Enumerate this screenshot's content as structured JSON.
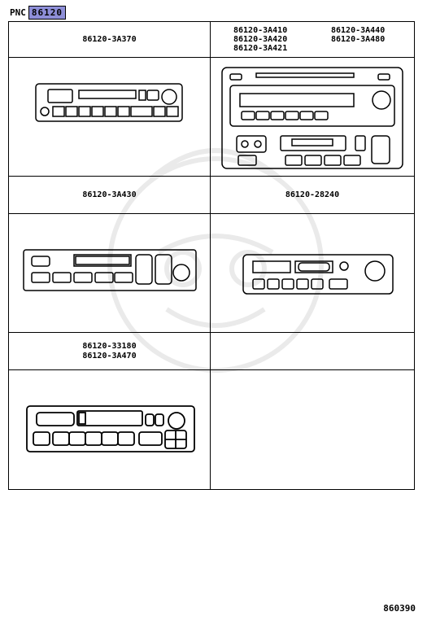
{
  "header": {
    "pnc_label": "PNC",
    "pnc_number": "86120"
  },
  "cells": {
    "r1c1": "86120-3A370",
    "r1c2": {
      "col1": [
        "86120-3A410",
        "86120-3A420",
        "86120-3A421"
      ],
      "col2": [
        "86120-3A440",
        "86120-3A480"
      ]
    },
    "r3c1": "86120-3A430",
    "r3c2": "86120-28240",
    "r5c1": [
      "86120-33180",
      "86120-3A470"
    ]
  },
  "footer": {
    "code": "860390"
  }
}
